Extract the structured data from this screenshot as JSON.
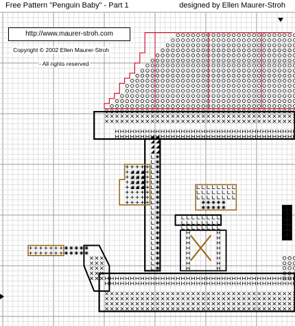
{
  "header": {
    "title": "Free Pattern \"Penguin Baby\" -  Part 1",
    "designer": "designed by Ellen Maurer-Stroh"
  },
  "notes": {
    "url": "http://www.maurer-stroh.com",
    "copyright": "Copyright © 2002 Ellen Maurer-Stroh",
    "rights": "- All rights reserved"
  },
  "colors": {
    "grid": "#cfcfcf",
    "grid_major": "#9a9a9a",
    "outline": "#000000",
    "roof_line": "#c8102e",
    "wood_outline": "#9a6b1f"
  },
  "symbols": [
    "o-circle",
    "plus",
    "h-letter",
    "x-cross",
    "l-letter",
    "z-letter",
    "triangle",
    "asterisk",
    "solid-fill"
  ],
  "markers": [
    "center-down-arrow",
    "center-right-arrow"
  ]
}
